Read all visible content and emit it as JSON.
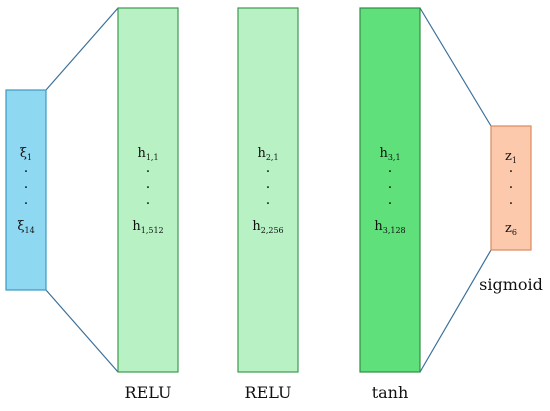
{
  "layers": [
    {
      "id": "input",
      "color": "#8fd8f2",
      "stroke": "#3c9ac0",
      "top_base": "ξ",
      "top_sub": "1",
      "bottom_base": "ξ",
      "bottom_sub": "14",
      "activation": ""
    },
    {
      "id": "hidden1",
      "color": "#b8f2c4",
      "stroke": "#3e9a52",
      "top_base": "h",
      "top_sub": "1,1",
      "bottom_base": "h",
      "bottom_sub": "1,512",
      "activation": "RELU"
    },
    {
      "id": "hidden2",
      "color": "#b8f2c4",
      "stroke": "#3e9a52",
      "top_base": "h",
      "top_sub": "2,1",
      "bottom_base": "h",
      "bottom_sub": "2,256",
      "activation": "RELU"
    },
    {
      "id": "hidden3",
      "color": "#5fe07a",
      "stroke": "#2e8e44",
      "top_base": "h",
      "top_sub": "3,1",
      "bottom_base": "h",
      "bottom_sub": "3,128",
      "activation": "tanh"
    },
    {
      "id": "output",
      "color": "#fdc9ad",
      "stroke": "#d98a60",
      "top_base": "z",
      "top_sub": "1",
      "bottom_base": "z",
      "bottom_sub": "6",
      "activation": "sigmoid"
    }
  ],
  "connector_color": "#3a6f9a",
  "ellipsis": "·"
}
